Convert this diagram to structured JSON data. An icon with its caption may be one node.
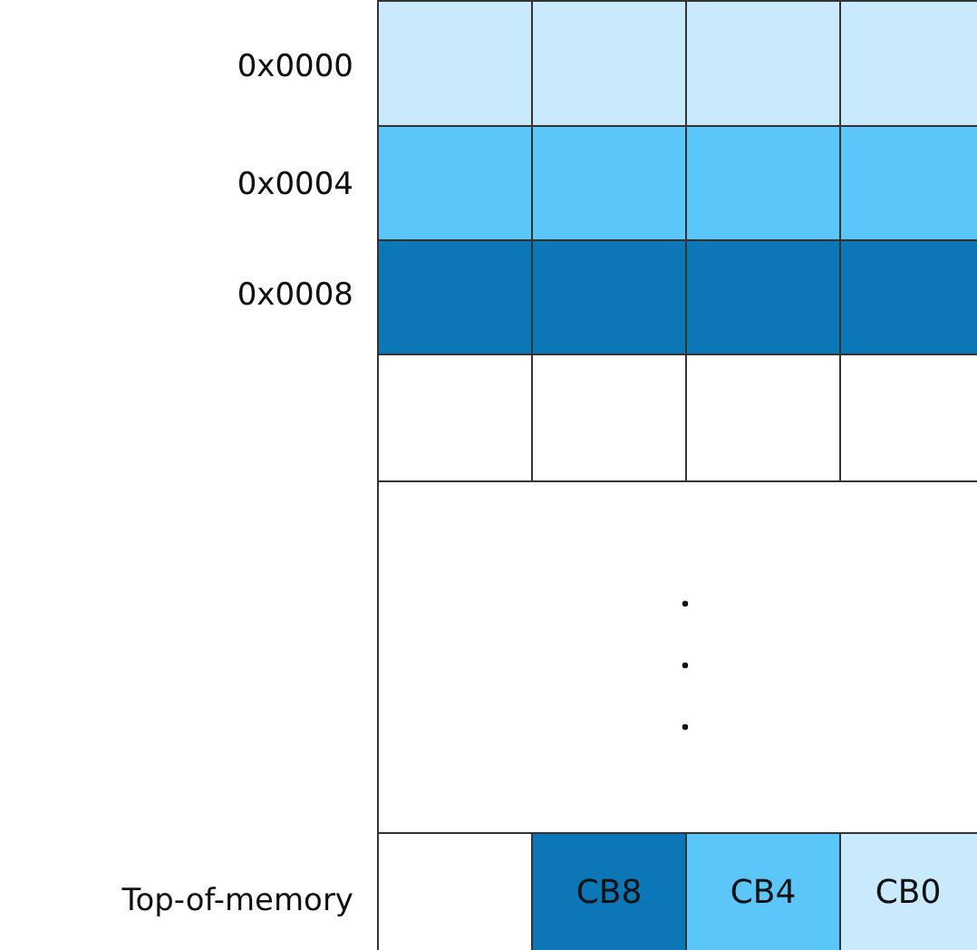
{
  "diagram": {
    "labels": [
      "0x0000",
      "0x0004",
      "0x0008",
      "Top-of-memory",
      "CB8",
      "CB4",
      "CB0"
    ]
  }
}
